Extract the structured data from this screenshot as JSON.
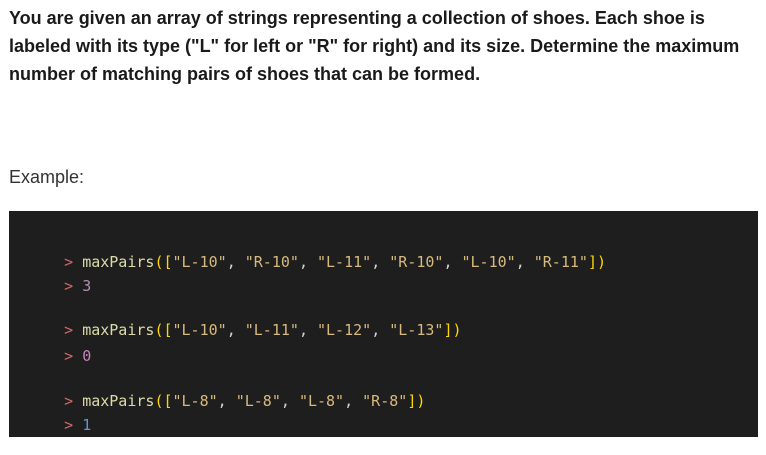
{
  "problem": {
    "text": "You are given an array of strings representing a collection of shoes. Each shoe is labeled with its type (\"L\" for left or \"R\" for right) and its size. Determine the maximum number of matching pairs of shoes that can be formed."
  },
  "example_label": "Example:",
  "examples": [
    {
      "prompt_symbol": ">",
      "function": "maxPairs",
      "open": "([",
      "args": [
        "\"L-10\"",
        "\"R-10\"",
        "\"L-11\"",
        "\"R-10\"",
        "\"L-10\"",
        "\"R-11\""
      ],
      "close": "])",
      "result_symbol": ">",
      "result": "3",
      "result_color": "#b48ead"
    },
    {
      "prompt_symbol": ">",
      "function": "maxPairs",
      "open": "([",
      "args": [
        "\"L-10\"",
        "\"L-11\"",
        "\"L-12\"",
        "\"L-13\""
      ],
      "close": "])",
      "result_symbol": ">",
      "result": "0",
      "result_color": "#c586c0"
    },
    {
      "prompt_symbol": ">",
      "function": "maxPairs",
      "open": "([",
      "args": [
        "\"L-8\"",
        "\"L-8\"",
        "\"L-8\"",
        "\"R-8\""
      ],
      "close": "])",
      "result_symbol": ">",
      "result": "1",
      "result_color": "#569cd6"
    }
  ]
}
